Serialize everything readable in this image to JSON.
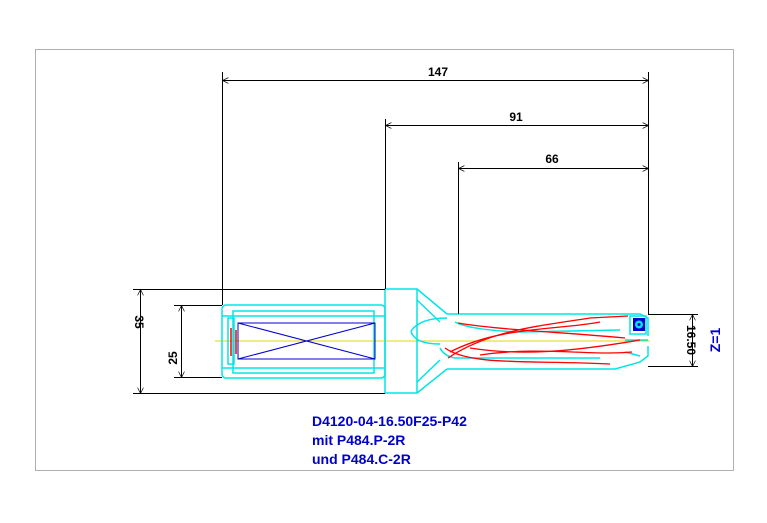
{
  "drawing": {
    "dimensions": {
      "overall_length": "147",
      "body_length": "91",
      "drill_length": "66",
      "shank_diameter": "25",
      "flange_diameter": "35",
      "drill_diameter": "16.50"
    },
    "flute_count_label": "Z=1",
    "caption_lines": [
      "D4120-04-16.50F25-P42",
      "mit P484.P-2R",
      "und P484.C-2R"
    ]
  },
  "colors": {
    "outline": "#00e5e5",
    "flutes": "#ff0000",
    "dimension_lines": "#000000",
    "axis": "#e6d800",
    "text": "#0000cc",
    "frame": "#b0b0b0"
  }
}
